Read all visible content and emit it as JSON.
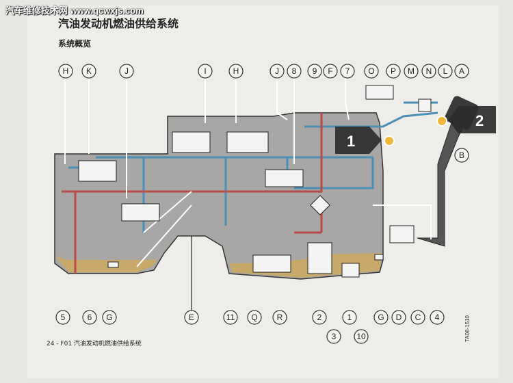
{
  "watermark": "汽车维修技术网 www.qcwxjs.com",
  "title": "汽油发动机燃油供给系统",
  "subtitle": "系统概览",
  "footer": "24 - F01  汽油发动机燃油供给系统",
  "diagram_code": "TA08-1510",
  "markers": [
    {
      "label": "1"
    },
    {
      "label": "2"
    }
  ],
  "top_labels": [
    "H",
    "K",
    "J",
    "I",
    "H",
    "J",
    "8",
    "9",
    "F",
    "7",
    "O",
    "P",
    "M",
    "N",
    "L",
    "A"
  ],
  "side_label": "B",
  "bottom_labels": [
    "5",
    "6",
    "G",
    "E",
    "11",
    "Q",
    "R",
    "2",
    "3",
    "1",
    "10",
    "G",
    "D",
    "C",
    "4"
  ]
}
